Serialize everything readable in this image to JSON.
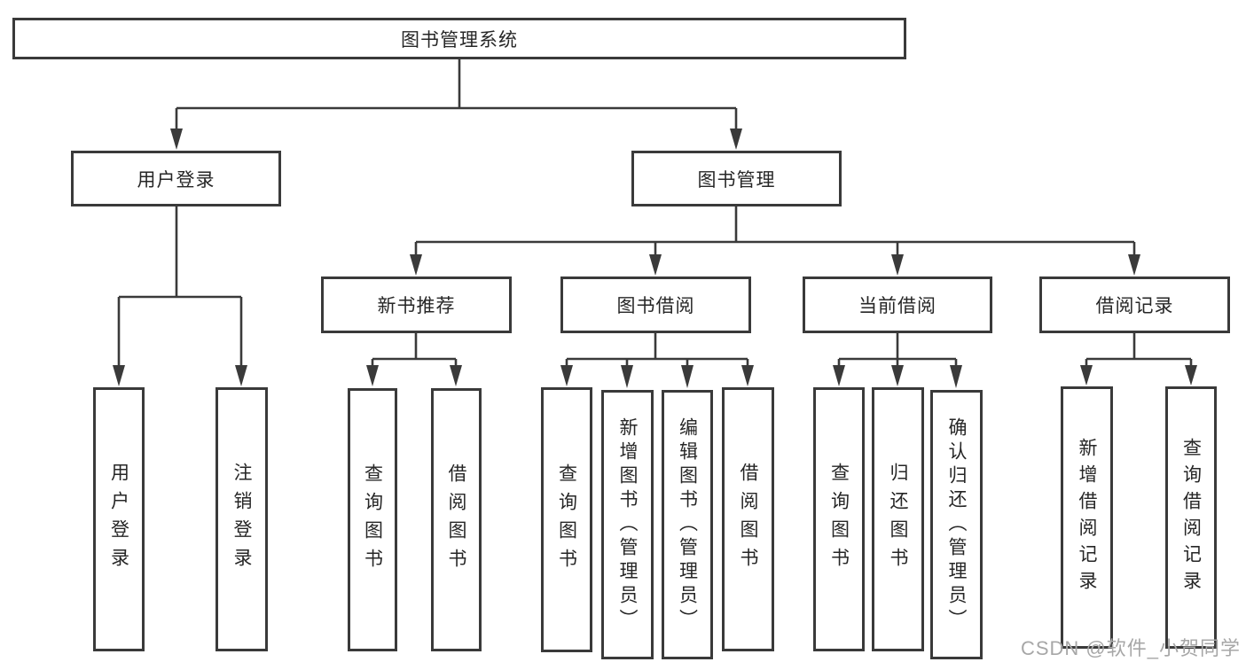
{
  "diagram_title": "图书管理系统",
  "root": {
    "label": "图书管理系统"
  },
  "level1": [
    {
      "id": "user-login",
      "label": "用户登录"
    },
    {
      "id": "book-management",
      "label": "图书管理"
    }
  ],
  "level2": [
    {
      "id": "new-book-recommend",
      "label": "新书推荐"
    },
    {
      "id": "book-borrowing",
      "label": "图书借阅"
    },
    {
      "id": "current-borrowing",
      "label": "当前借阅"
    },
    {
      "id": "borrowing-records",
      "label": "借阅记录"
    }
  ],
  "leaves": {
    "user_login": [
      {
        "label": "用户登录"
      },
      {
        "label": "注销登录"
      }
    ],
    "new_book": [
      {
        "label": "查询图书"
      },
      {
        "label": "借阅图书"
      }
    ],
    "borrowing": [
      {
        "label": "查询图书"
      },
      {
        "label": "新增图书（管理员）"
      },
      {
        "label": "编辑图书（管理员）"
      },
      {
        "label": "借阅图书"
      }
    ],
    "current": [
      {
        "label": "查询图书"
      },
      {
        "label": "归还图书"
      },
      {
        "label": "确认归还（管理员）"
      }
    ],
    "records": [
      {
        "label": "新增借阅记录"
      },
      {
        "label": "查询借阅记录"
      }
    ]
  },
  "watermark": "CSDN @软件_小贺同学",
  "colors": {
    "border": "#3a3a3a",
    "line": "#3a3a3a",
    "text": "#262626",
    "background": "#ffffff",
    "watermark": "#a7a7a7"
  }
}
